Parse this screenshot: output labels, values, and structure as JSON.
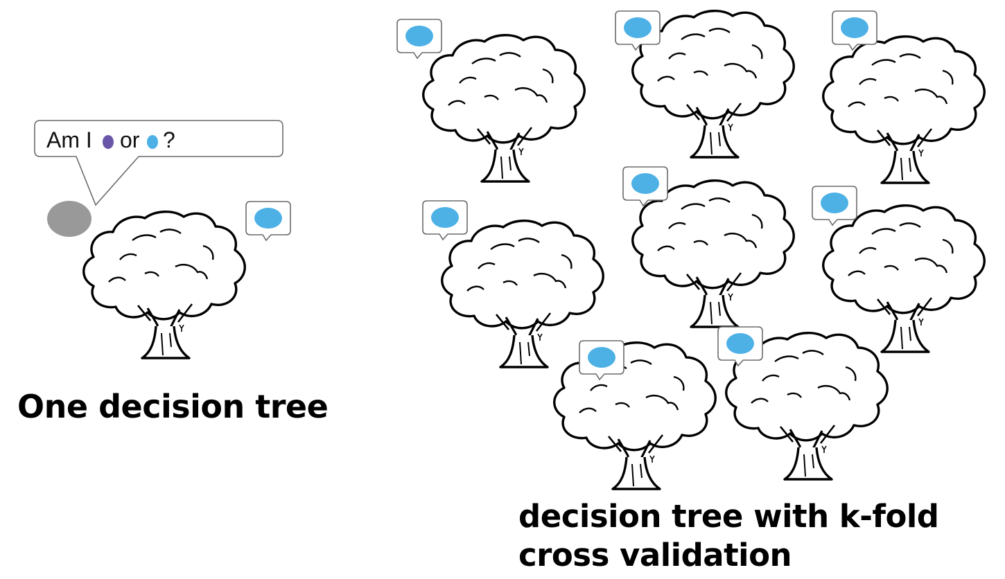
{
  "question_bubble": {
    "prefix": "Am I",
    "middle": "or",
    "suffix": "?",
    "option_a_color": "#6a56a8",
    "option_b_color": "#4db1e6"
  },
  "sample_point_color": "#999999",
  "prediction_color": "#4db1e6",
  "left_panel": {
    "title": "One decision tree"
  },
  "right_panel": {
    "title_line1": "decision tree with k-fold",
    "title_line2": "cross validation"
  },
  "icons": {
    "tree": "tree-icon",
    "speech_bubble": "speech-bubble-icon"
  }
}
